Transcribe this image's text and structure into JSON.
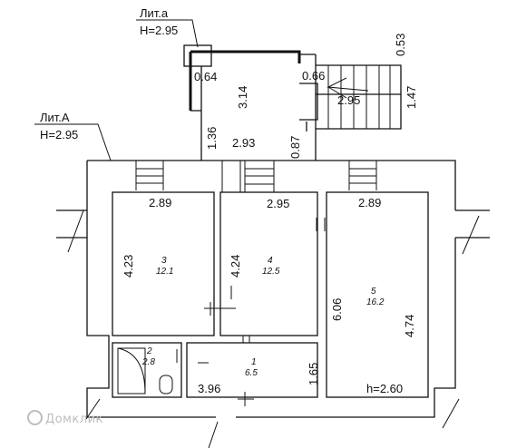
{
  "labels": {
    "lit_a_small": "Лит.а",
    "h_small": "H=2.95",
    "lit_a_big": "Лит.А",
    "h_big": "H=2.95",
    "h_room5": "h=2.60"
  },
  "rooms": [
    {
      "num": "1",
      "area": "6.5"
    },
    {
      "num": "2",
      "area": "2.8"
    },
    {
      "num": "3",
      "area": "12.1"
    },
    {
      "num": "4",
      "area": "12.5"
    },
    {
      "num": "5",
      "area": "16.2"
    }
  ],
  "dims": {
    "d053": "0.53",
    "d064": "0.64",
    "d066": "0.66",
    "d314": "3.14",
    "d295_stair": "2.95",
    "d147": "1.47",
    "d136": "1.36",
    "d293": "2.93",
    "d087": "0.87",
    "d289_left": "2.89",
    "d295_mid": "2.95",
    "d289_right": "2.89",
    "d423": "4.23",
    "d424": "4.24",
    "d606": "6.06",
    "d474": "4.74",
    "d396": "3.96",
    "d165": "1.65"
  },
  "watermark": "Домклик"
}
